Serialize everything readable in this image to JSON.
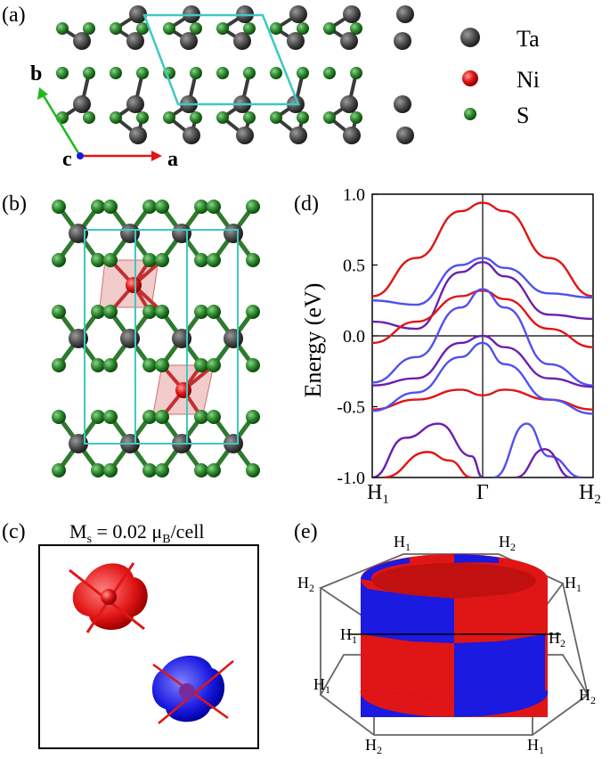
{
  "panels": {
    "a": {
      "label": "(a)",
      "axes": {
        "b": "b",
        "c": "c",
        "a": "a"
      },
      "legend": [
        {
          "name": "Ta",
          "color": "#3e3e3e"
        },
        {
          "name": "Ni",
          "color": "#e01515"
        },
        {
          "name": "S",
          "color": "#1f7a1f"
        }
      ]
    },
    "b": {
      "label": "(b)"
    },
    "c": {
      "label": "(c)",
      "title_prefix": "M",
      "title_sub": "s",
      "title_mid": " = 0.02 μ",
      "title_sub2": "B",
      "title_suffix": "/cell",
      "spin_up_color": "#e01515",
      "spin_down_color": "#1a1ae0"
    },
    "d": {
      "label": "(d)"
    },
    "e": {
      "label": "(e)",
      "points": [
        "H",
        "H",
        "H",
        "H",
        "H",
        "H",
        "H",
        "H",
        "H",
        "H"
      ],
      "subs": [
        "1",
        "2",
        "2",
        "1",
        "1",
        "2",
        "1",
        "2",
        "2",
        "1"
      ]
    }
  },
  "chart_data": {
    "type": "line",
    "ylabel": "Energy (eV)",
    "ylim": [
      -1.0,
      1.0
    ],
    "yticks": [
      "1.0",
      "0.5",
      "0.0",
      "-0.5",
      "-1.0"
    ],
    "xticks": [
      {
        "main": "H",
        "sub": "1"
      },
      {
        "main": "Γ",
        "sub": ""
      },
      {
        "main": "H",
        "sub": "2"
      }
    ],
    "series_colors": {
      "up": "#e01515",
      "down": "#5050f0",
      "overlap": "#6a1fb0"
    },
    "bands": [
      {
        "x": [
          0,
          0.2,
          0.4,
          0.5,
          0.6,
          0.8,
          1.0
        ],
        "y": [
          0.28,
          0.55,
          0.88,
          0.94,
          0.88,
          0.55,
          0.28
        ]
      },
      {
        "x": [
          0,
          0.2,
          0.4,
          0.5,
          0.6,
          0.8,
          1.0
        ],
        "y": [
          0.25,
          0.22,
          0.5,
          0.55,
          0.48,
          0.3,
          0.27
        ]
      },
      {
        "x": [
          0,
          0.2,
          0.4,
          0.5,
          0.6,
          0.8,
          1.0
        ],
        "y": [
          0.1,
          0.05,
          0.45,
          0.52,
          0.42,
          0.15,
          0.12
        ]
      },
      {
        "x": [
          0,
          0.2,
          0.4,
          0.5,
          0.6,
          0.8,
          1.0
        ],
        "y": [
          -0.05,
          0.1,
          0.28,
          0.32,
          0.26,
          0.05,
          -0.08
        ]
      },
      {
        "x": [
          0,
          0.2,
          0.4,
          0.5,
          0.6,
          0.8,
          1.0
        ],
        "y": [
          -0.33,
          -0.15,
          0.2,
          0.33,
          0.2,
          -0.2,
          -0.35
        ]
      },
      {
        "x": [
          0,
          0.2,
          0.4,
          0.5,
          0.6,
          0.8,
          1.0
        ],
        "y": [
          -0.35,
          -0.3,
          -0.05,
          0.0,
          -0.08,
          -0.3,
          -0.36
        ]
      },
      {
        "x": [
          0,
          0.2,
          0.4,
          0.5,
          0.6,
          0.8,
          1.0
        ],
        "y": [
          -0.52,
          -0.45,
          -0.38,
          -0.42,
          -0.38,
          -0.45,
          -0.52
        ]
      },
      {
        "x": [
          0,
          0.2,
          0.4,
          0.5,
          0.6,
          0.8,
          1.0
        ],
        "y": [
          -0.53,
          -0.4,
          -0.15,
          -0.05,
          -0.2,
          -0.45,
          -0.55
        ]
      },
      {
        "x": [
          0,
          0.15,
          0.3,
          0.45,
          0.5
        ],
        "y": [
          -1.0,
          -0.72,
          -0.62,
          -0.85,
          -1.0
        ]
      },
      {
        "x": [
          0.05,
          0.25,
          0.35,
          0.45
        ],
        "y": [
          -1.0,
          -0.82,
          -0.88,
          -1.0
        ]
      },
      {
        "x": [
          0.55,
          0.7,
          0.8,
          0.95
        ],
        "y": [
          -1.0,
          -0.62,
          -0.85,
          -1.0
        ]
      },
      {
        "x": [
          0.65,
          0.78,
          0.9
        ],
        "y": [
          -1.0,
          -0.8,
          -1.0
        ]
      }
    ]
  }
}
